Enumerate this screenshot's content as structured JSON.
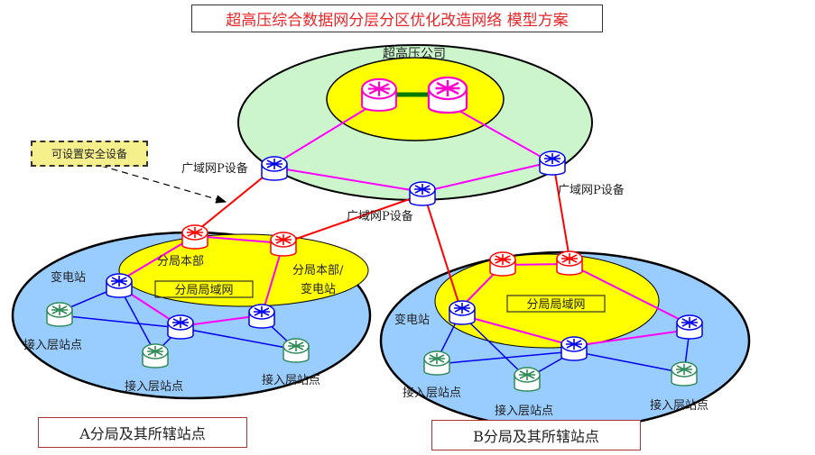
{
  "title": "超高压综合数据网分层分区优化改造网络 模型方案",
  "note": "可设置安全设备",
  "colors": {
    "title_text": "#e8262a",
    "core_ring": "#ccf5cc",
    "core_lan": "#ffff00",
    "branch_region": "#99ccff",
    "link_core": "#ff00ff",
    "link_wan": "#ff0000",
    "link_access": "#0000ee",
    "link_core_pair": "#007a00",
    "router_core": "#ff00cc",
    "router_wan_p": "#0000ee",
    "router_branch": "#ff0000",
    "router_access": "#2e8b57"
  },
  "core": {
    "label": "超高压公司",
    "wan_p_labels": [
      "广域网P设备",
      "广域网P设备",
      "广域网P设备"
    ]
  },
  "branch_a": {
    "caption": "A分局及其所辖站点",
    "lan_label": "分局局域网",
    "hq_label": "分局本部",
    "hq_sub_label": "分局本部/\n变电站",
    "hq_sub_label_line1": "分局本部/",
    "hq_sub_label_line2": "变电站",
    "substation_label": "变电站",
    "access_labels": [
      "接入层站点",
      "接入层站点",
      "接入层站点"
    ]
  },
  "branch_b": {
    "caption": "B分局及其所辖站点",
    "lan_label": "分局局域网",
    "substation_label": "变电站",
    "access_labels": [
      "接入层站点",
      "接入层站点",
      "接入层站点"
    ]
  }
}
